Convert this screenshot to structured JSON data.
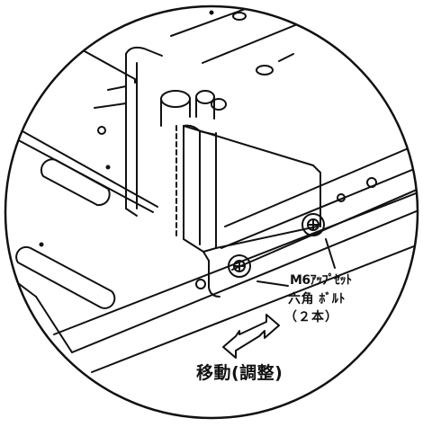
{
  "callout": {
    "line1": "M6ｱｯﾌﾟｾｯﾄ",
    "line2": "六角 ﾎﾞﾙﾄ",
    "line3": "（２本）"
  },
  "direction_label": "移動(調整)",
  "colors": {
    "line": "#111111",
    "background": "#ffffff"
  }
}
